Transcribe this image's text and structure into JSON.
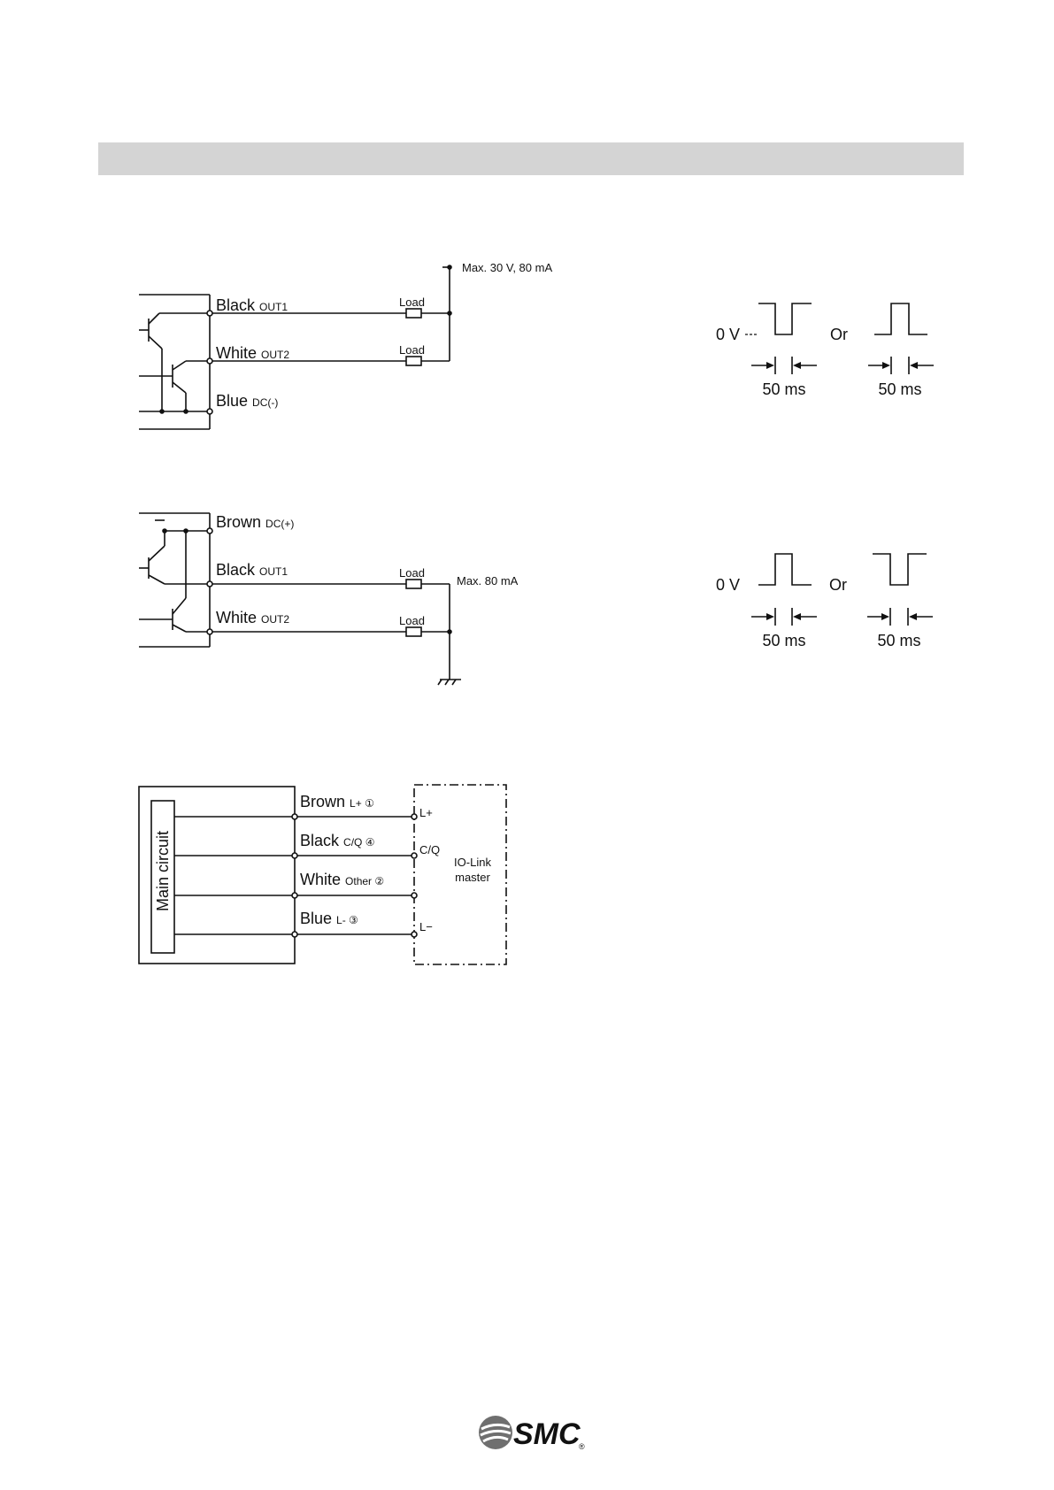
{
  "diagram1": {
    "wires": [
      {
        "color": "Black",
        "signal": "OUT1"
      },
      {
        "color": "White",
        "signal": "OUT2"
      },
      {
        "color": "Blue",
        "signal": "DC(-)"
      }
    ],
    "load_label": "Load",
    "supply_label": "Max. 30 V, 80 mA"
  },
  "diagram2": {
    "wires": [
      {
        "color": "Brown",
        "signal": "DC(+)"
      },
      {
        "color": "Black",
        "signal": "OUT1"
      },
      {
        "color": "White",
        "signal": "OUT2"
      }
    ],
    "load_label": "Load",
    "supply_label": "Max. 80 mA"
  },
  "diagram3": {
    "block_label": "Main circuit",
    "wires": [
      {
        "color": "Brown",
        "signal": "L+ ①",
        "terminal": "L+"
      },
      {
        "color": "Black",
        "signal": "C/Q ④",
        "terminal": "C/Q"
      },
      {
        "color": "White",
        "signal": "Other ②",
        "terminal": ""
      },
      {
        "color": "Blue",
        "signal": "L- ③",
        "terminal": "L−"
      }
    ],
    "master_line1": "IO-Link",
    "master_line2": "master"
  },
  "waveform1": {
    "zero_label": "0 V",
    "or_label": "Or",
    "pulse_label_a": "50 ms",
    "pulse_label_b": "50 ms"
  },
  "waveform2": {
    "zero_label": "0 V",
    "or_label": "Or",
    "pulse_label_a": "50 ms",
    "pulse_label_b": "50 ms"
  },
  "footer": {
    "logo_text": "SMC",
    "logo_mark": "®"
  }
}
